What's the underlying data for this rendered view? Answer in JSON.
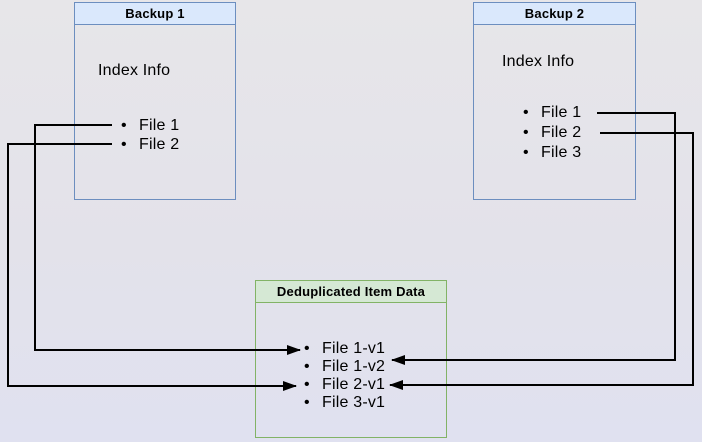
{
  "diagram": {
    "type": "backup-deduplication-diagram",
    "backup1": {
      "title": "Backup 1",
      "section_label": "Index Info",
      "files": [
        "File 1",
        "File 2"
      ]
    },
    "backup2": {
      "title": "Backup 2",
      "section_label": "Index Info",
      "files": [
        "File 1",
        "File 2",
        "File 3"
      ]
    },
    "dedup_store": {
      "title": "Deduplicated Item Data",
      "items": [
        "File 1-v1",
        "File 1-v2",
        "File 2-v1",
        "File 3-v1"
      ]
    },
    "arrows": [
      {
        "from": "Backup 1 / File 1",
        "to": "File 1-v1"
      },
      {
        "from": "Backup 1 / File 2",
        "to": "File 2-v1"
      },
      {
        "from": "Backup 2 / File 1",
        "to": "File 1-v2"
      },
      {
        "from": "Backup 2 / File 2",
        "to": "File 2-v1"
      }
    ],
    "colors": {
      "backup_header_bg": "#dae8fc",
      "backup_border": "#6c8ebf",
      "dedup_header_bg": "#d5e8d4",
      "dedup_border": "#82b366",
      "arrow": "#000000",
      "text": "#000000"
    }
  }
}
